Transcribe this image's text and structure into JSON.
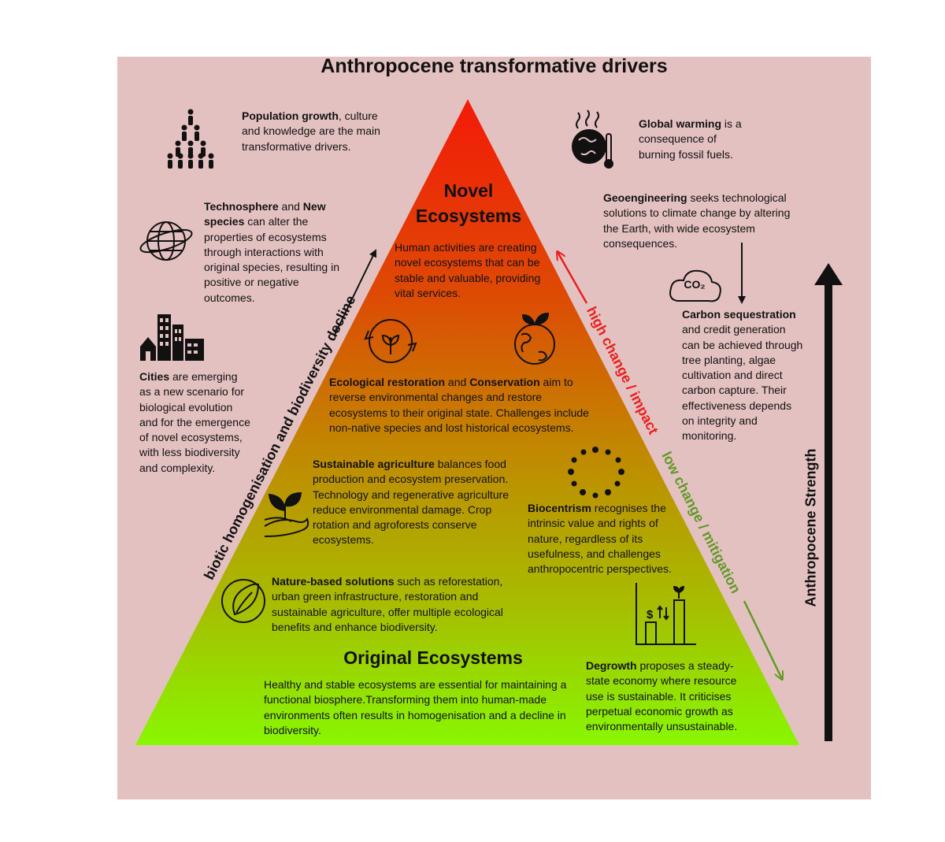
{
  "title": "Anthropocene transformative drivers",
  "apex_title": [
    "Novel",
    "Ecosystems"
  ],
  "base_title": "Original Ecosystems",
  "left_arrow_label": "biotic homogenisation and biodiversity decline",
  "right_red_label": "high change / impact",
  "right_green_label": "low change / mitigation",
  "strength_label": "Anthropocene Strength",
  "co2_label": "CO₂",
  "colors": {
    "panel": "#e4c1c1",
    "apex": "#f41a08",
    "base": "#88f700",
    "high": "#e8201c",
    "low": "#5e9a25"
  },
  "blocks": {
    "population": {
      "bold": "Population growth",
      "rest": ", culture and knowledge are the main transformative drivers."
    },
    "technosphere": {
      "bold1": "Technosphere",
      "mid": " and ",
      "bold2": "New species",
      "rest": " can alter the properties of ecosystems through interactions with original species, resulting in positive or negative outcomes."
    },
    "cities": {
      "bold": "Cities",
      "rest": " are emerging as a new scenario for biological evolution and for the emergence of novel ecosystems, with less biodiversity and complexity."
    },
    "global_warming": {
      "bold": "Global warming",
      "rest": " is a consequence of burning fossil fuels."
    },
    "geoengineering": {
      "bold": "Geoengineering",
      "rest": " seeks technological solutions to climate change by altering the Earth, with wide ecosystem consequences."
    },
    "carbon": {
      "bold": "Carbon sequestration",
      "rest": " and credit generation can be achieved through tree planting, algae cultivation and direct carbon capture. Their effectiveness depends on integrity and monitoring."
    },
    "novel_desc": {
      "text": "Human activities are creating novel ecosystems that can be stable and valuable, providing vital services."
    },
    "restoration": {
      "bold1": "Ecological restoration",
      "mid": " and ",
      "bold2": "Conservation",
      "rest": " aim to reverse environmental changes and restore ecosystems to their original state. Challenges include non-native species and lost historical ecosystems."
    },
    "agriculture": {
      "bold": "Sustainable agriculture",
      "rest": " balances food production and ecosystem preservation. Technology and regenerative agriculture reduce environmental damage. Crop rotation and agroforests conserve ecosystems."
    },
    "biocentrism": {
      "bold": "Biocentrism",
      "rest": " recognises the intrinsic value and rights of nature, regardless of its usefulness, and challenges anthropocentric perspectives."
    },
    "nbs": {
      "bold": "Nature-based solutions",
      "rest": " such as reforestation, urban green infrastructure, restoration and sustainable agriculture, offer multiple ecological benefits and enhance biodiversity."
    },
    "degrowth": {
      "bold": "Degrowth",
      "rest": " proposes a steady-state economy where resource use is sustainable. It criticises perpetual economic growth as environmentally unsustainable."
    },
    "original_desc": {
      "text": "Healthy and stable ecosystems are essential for maintaining a functional biosphere.Transforming them into human-made environments often results in homogenisation and a decline in biodiversity."
    }
  }
}
